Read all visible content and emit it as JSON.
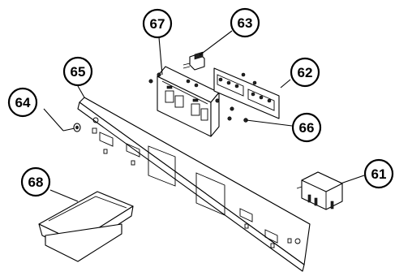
{
  "diagram": {
    "callouts": [
      {
        "id": "c61",
        "label": "61"
      },
      {
        "id": "c62",
        "label": "62"
      },
      {
        "id": "c63",
        "label": "63"
      },
      {
        "id": "c64",
        "label": "64"
      },
      {
        "id": "c65",
        "label": "65"
      },
      {
        "id": "c66",
        "label": "66"
      },
      {
        "id": "c67",
        "label": "67"
      },
      {
        "id": "c68",
        "label": "68"
      }
    ]
  }
}
